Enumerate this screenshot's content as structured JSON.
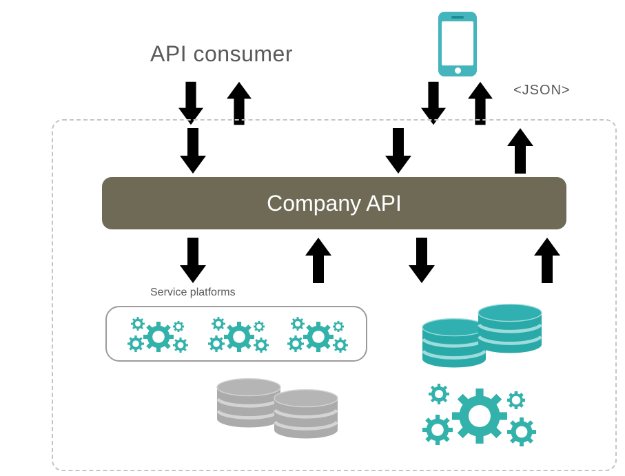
{
  "labels": {
    "api_consumer": "API consumer",
    "json": "<JSON>",
    "company_api": "Company API",
    "service_platforms": "Service platforms"
  },
  "colors": {
    "red_arrow": "#d0131a",
    "olive": "#6e6a55",
    "teal_gear": "#32b2aa",
    "teal_phone": "#44b5bd",
    "teal_database": "#2aa9a9",
    "gray_database": "#ababab",
    "label_text": "#595959",
    "dashed_border": "#c5c5c5"
  },
  "icons": {
    "mobile_consumer": "smartphone-icon",
    "service_platforms": "gear-cluster-icon",
    "teal_storage": "database-stack-icon",
    "gray_storage": "database-stack-icon",
    "backend_processing": "gear-cluster-icon"
  },
  "arrows": {
    "consumer_to_api": [
      "down",
      "up"
    ],
    "mobile_to_api": [
      "down",
      "up"
    ],
    "boundary_to_company_api": [
      "down",
      "down",
      "up"
    ],
    "company_api_to_services": [
      "down",
      "up",
      "down",
      "up"
    ]
  }
}
